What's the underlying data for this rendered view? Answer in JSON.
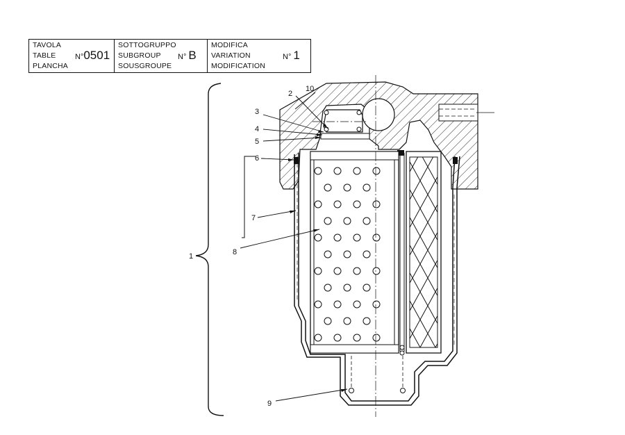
{
  "title_block": {
    "table": {
      "labels": [
        "TAVOLA",
        "TABLE",
        "PLANCHA"
      ],
      "prefix": "N°",
      "value": "0501"
    },
    "subgroup": {
      "labels": [
        "SOTTOGRUPPO",
        "SUBGROUP",
        "SOUSGROUPE"
      ],
      "prefix": "N°",
      "value": "B"
    },
    "variation": {
      "labels": [
        "MODIFICA",
        "VARIATION",
        "MODIFICATION"
      ],
      "prefix": "N°",
      "value": "1"
    }
  },
  "callouts": [
    "1",
    "2",
    "3",
    "4",
    "5",
    "6",
    "7",
    "8",
    "9",
    "10"
  ],
  "colors": {
    "ink": "#111111",
    "paper": "#ffffff"
  }
}
